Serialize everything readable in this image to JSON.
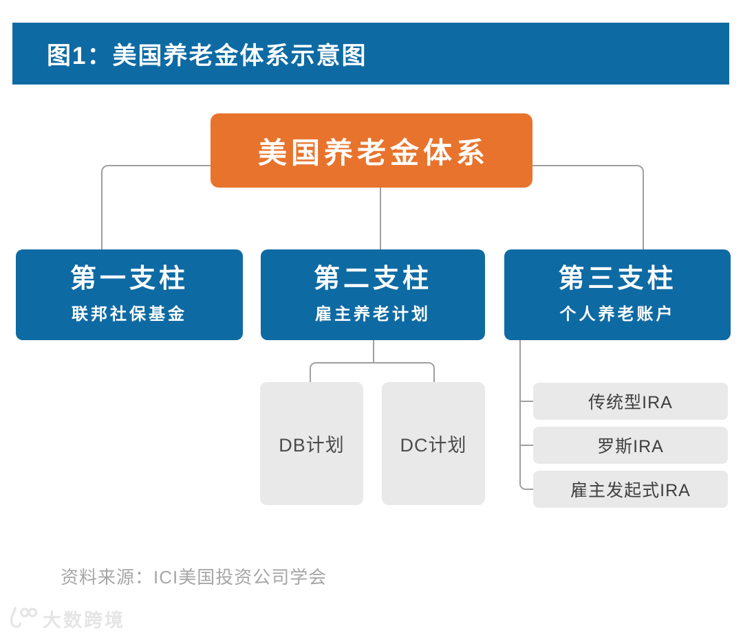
{
  "header": {
    "title": "图1：美国养老金体系示意图"
  },
  "root": {
    "label": "美国养老金体系"
  },
  "pillars": [
    {
      "title": "第一支柱",
      "subtitle": "联邦社保基金"
    },
    {
      "title": "第二支柱",
      "subtitle": "雇主养老计划"
    },
    {
      "title": "第三支柱",
      "subtitle": "个人养老账户"
    }
  ],
  "pillar2_children": [
    {
      "label": "DB计划"
    },
    {
      "label": "DC计划"
    }
  ],
  "pillar3_children": [
    {
      "label": "传统型IRA"
    },
    {
      "label": "罗斯IRA"
    },
    {
      "label": "雇主发起式IRA"
    }
  ],
  "source": {
    "label": "资料来源：ICI美国投资公司学会"
  },
  "watermark": {
    "label": "大数跨境"
  },
  "colors": {
    "header_blue": "#0E6AA3",
    "pillar_blue": "#0E6AA3",
    "root_orange": "#E8732C",
    "leaf_gray": "#E9E9E9",
    "connector_gray": "#9E9E9E",
    "source_text_gray": "#A6A6A6"
  }
}
